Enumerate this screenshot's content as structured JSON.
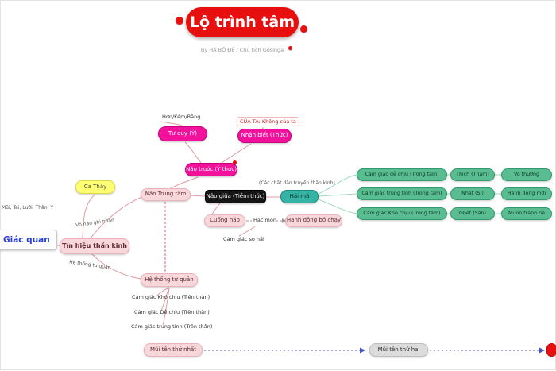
{
  "title": {
    "text": "Lộ trình tâm",
    "byline": "By HÀ BỘ ĐỀ / Chủ tịch Gosinga"
  },
  "left": {
    "senses": "Mũi, Tai, Lưỡi, Thân, Ý",
    "giac_quan": "Giác quan",
    "tin_hieu": "Tín hiệu thần kinh",
    "ca_thay": "Ca Thầy",
    "vo_nao": "Vỏ não ghi nhận",
    "he_thong_label": "Hệ thống tư quản"
  },
  "brain": {
    "nao_trung_tam": "Não Trung tâm",
    "nao_truoc": "Não trước (Ý thức)",
    "hon_kem_bang": "Hơn/Kém/Bằng",
    "tu_duy": "Tư duy (Ý)",
    "cua_ta": "CỦA TA: Không của ta",
    "nhan_biet": "Nhận biết (Thức)",
    "nao_giua": "Não giữa (Tiềm thức)",
    "hai_ma": "Hải mã",
    "neuro": "(Các chất dẫn truyền thần kinh)",
    "cuong_nao": "Cuống não",
    "hac_mon": "Hạc môn",
    "bo_chay": "Hành động bỏ chạy",
    "so_hai": "Cảm giác sợ hãi"
  },
  "feelings": {
    "rows": [
      {
        "feeling": "Cảm giác dễ chịu (Trong tâm)",
        "reaction": "Thích (Tham)",
        "result": "Vô thường"
      },
      {
        "feeling": "Cảm giác trung tính (Trong tâm)",
        "reaction": "Nhạt (Si)",
        "result": "Hành động mới"
      },
      {
        "feeling": "Cảm giác Khó chịu (Trong tâm)",
        "reaction": "Ghét (Sân)",
        "result": "Muốn tránh né"
      }
    ]
  },
  "body_branch": {
    "he_thong": "Hệ thống tư quản",
    "kho_chiu": "Cảm giác Khó chịu (Trên thân)",
    "de_chiu": "Cảm giác Dễ chịu (Trên thân)",
    "trung_tinh": "Cảm giác trung tính (Trên thân)"
  },
  "bottom": {
    "arrow1": "Mũi tên thứ nhất",
    "arrow2": "Mũi tên thứ hai"
  },
  "colors": {
    "accent_red": "#e80f0f",
    "magenta": "#f2119b",
    "green": "#5abd91",
    "teal": "#35b3a4",
    "pink": "#f8d7da",
    "yellow": "#ffff73",
    "black": "#151515",
    "gray": "#dcdcdc",
    "blue_text": "#2b3fd6",
    "arrow_blue": "#4455cc"
  }
}
